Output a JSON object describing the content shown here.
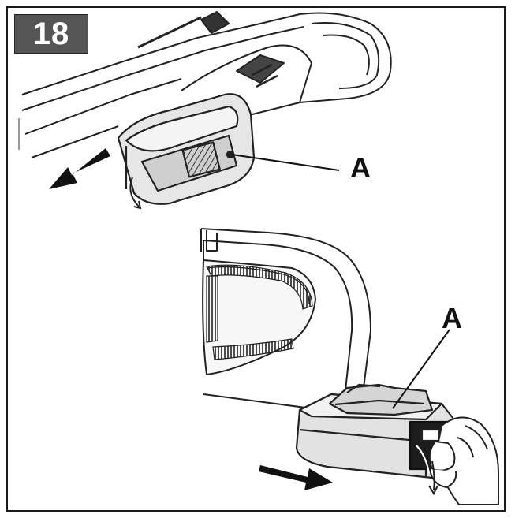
{
  "figure": {
    "step_number": "18",
    "callouts": {
      "top": "A",
      "bottom": "A"
    }
  }
}
